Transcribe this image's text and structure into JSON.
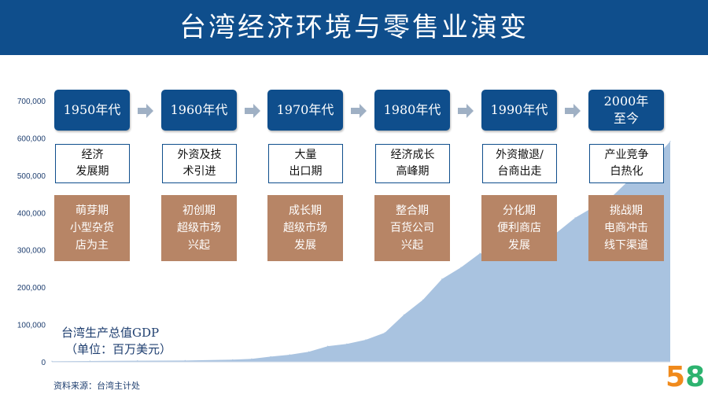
{
  "title": "台湾经济环境与零售业演变",
  "gdp_label": "台湾生产总值GDP",
  "gdp_unit": "（单位：百万美元）",
  "source": "资料来源：台湾主计处",
  "eras": [
    {
      "label": "1950年代",
      "phase": "经济\n发展期",
      "retail": "萌芽期\n小型杂货\n店为主"
    },
    {
      "label": "1960年代",
      "phase": "外资及技\n术引进",
      "retail": "初创期\n超级市场\n兴起"
    },
    {
      "label": "1970年代",
      "phase": "大量\n出口期",
      "retail": "成长期\n超级市场\n发展"
    },
    {
      "label": "1980年代",
      "phase": "经济成长\n高峰期",
      "retail": "整合期\n百货公司\n兴起"
    },
    {
      "label": "1990年代",
      "phase": "外资撤退/\n台商出走",
      "retail": "分化期\n便利商店\n发展"
    },
    {
      "label": "2000年\n至今",
      "phase": "产业竞争\n白热化",
      "retail": "挑战期\n电商冲击\n线下渠道"
    }
  ],
  "logo": {
    "digit1": "5",
    "digit2": "8"
  },
  "colors": {
    "header": "#0f4e8c",
    "area": "#a9c3e0",
    "retail_box": "#b78566",
    "arrow": "#9fb0c4",
    "logo_5": "#f08a1c",
    "logo_8": "#2db36f"
  },
  "chart_data": {
    "type": "area",
    "title": "",
    "xlabel": "",
    "ylabel": "台湾生产总值GDP （单位：百万美元）",
    "ylim": [
      0,
      700000
    ],
    "yticks": [
      "0",
      "100,000",
      "200,000",
      "300,000",
      "400,000",
      "500,000",
      "600,000",
      "700,000"
    ],
    "grid": false,
    "x": [
      1951,
      1955,
      1960,
      1965,
      1970,
      1972,
      1974,
      1976,
      1978,
      1980,
      1982,
      1984,
      1986,
      1988,
      1990,
      1992,
      1994,
      1996,
      1998,
      2000,
      2001,
      2002,
      2004,
      2006,
      2008,
      2009,
      2010,
      2012,
      2014,
      2016
    ],
    "y": [
      1700,
      2200,
      3000,
      3400,
      5700,
      8000,
      14000,
      19000,
      27000,
      42000,
      48000,
      59000,
      78000,
      126000,
      166000,
      222000,
      253000,
      291000,
      282000,
      331000,
      299000,
      307000,
      345000,
      386000,
      416000,
      392000,
      446000,
      495000,
      535000,
      591000
    ]
  }
}
